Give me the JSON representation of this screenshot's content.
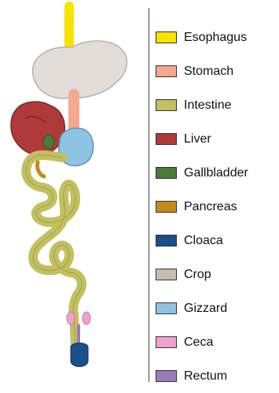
{
  "legend": {
    "items": [
      {
        "label": "Esophagus",
        "color": "#f5e400"
      },
      {
        "label": "Stomach",
        "color": "#f4a890"
      },
      {
        "label": "Intestine",
        "color": "#c2c060"
      },
      {
        "label": "Liver",
        "color": "#b03a3a"
      },
      {
        "label": "Gallbladder",
        "color": "#4a7a3a"
      },
      {
        "label": "Pancreas",
        "color": "#c48a1a"
      },
      {
        "label": "Cloaca",
        "color": "#1a4f8a"
      },
      {
        "label": "Crop",
        "color": "#c9bdb2"
      },
      {
        "label": "Gizzard",
        "color": "#8ec3e4"
      },
      {
        "label": "Ceca",
        "color": "#f2a0d0"
      },
      {
        "label": "Rectum",
        "color": "#9a7ab8"
      }
    ]
  }
}
